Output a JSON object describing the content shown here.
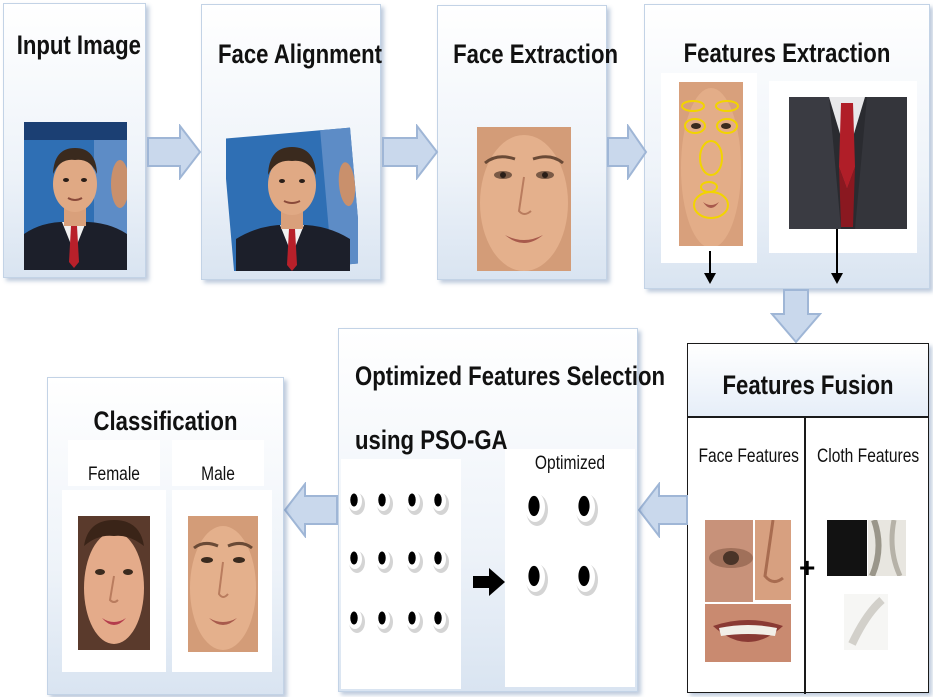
{
  "stages": {
    "input_image": "Input Image",
    "face_alignment": "Face Alignment",
    "face_extraction": "Face Extraction",
    "features_extraction": "Features Extraction",
    "features_fusion": "Features Fusion",
    "optimized_line1": "Optimized Features Selection",
    "optimized_line2": "using PSO-GA",
    "classification": "Classification"
  },
  "fusion": {
    "face_features": "Face Features",
    "cloth_features": "Cloth Features",
    "plus": "+"
  },
  "optimized_label": "Optimized",
  "classes": {
    "female": "Female",
    "male": "Male"
  },
  "colors": {
    "box_border": "#c3d3e6",
    "arrow_fill": "#c9d8ec",
    "arrow_stroke": "#9fb6d6",
    "detect_yellow": "#f2d400"
  }
}
